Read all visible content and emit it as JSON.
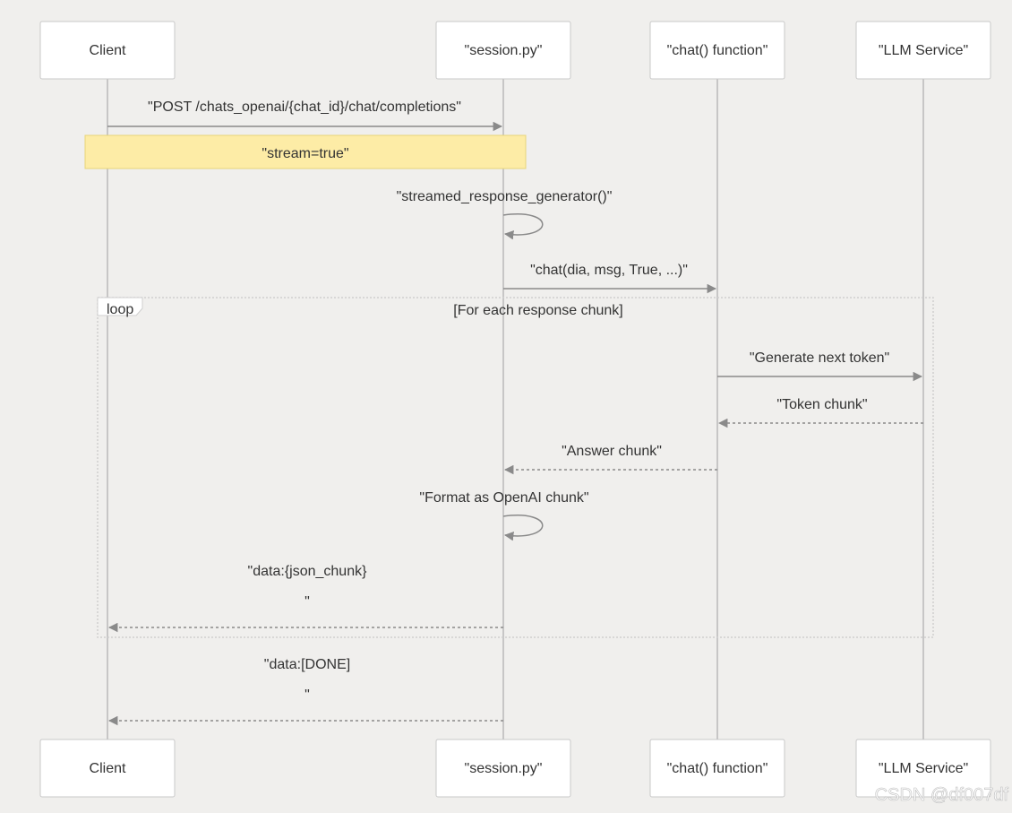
{
  "actors": {
    "client": "Client",
    "session": "\"session.py\"",
    "chat": "\"chat() function\"",
    "llm": "\"LLM Service\""
  },
  "messages": {
    "post": "\"POST /chats_openai/{chat_id}/chat/completions\"",
    "note_stream": "\"stream=true\"",
    "generator": "\"streamed_response_generator()\"",
    "chat_call": "\"chat(dia, msg, True, ...)\"",
    "generate_token": "\"Generate next token\"",
    "token_chunk": "\"Token chunk\"",
    "answer_chunk": "\"Answer chunk\"",
    "format_chunk": "\"Format as OpenAI chunk\"",
    "data_json_1": "\"data:{json_chunk}",
    "data_json_2": "\"",
    "data_done_1": "\"data:[DONE]",
    "data_done_2": "\""
  },
  "loop": {
    "label": "loop",
    "condition": "[For each response chunk]"
  },
  "watermark": "CSDN @df007df"
}
